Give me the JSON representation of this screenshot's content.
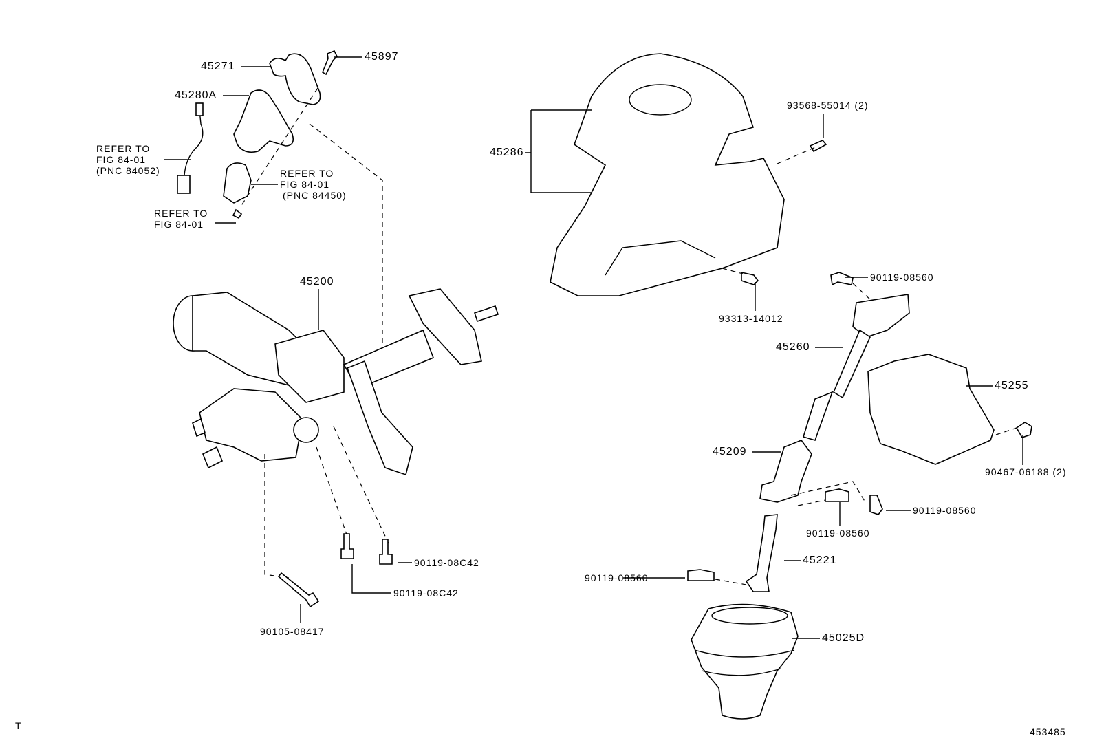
{
  "diagram": {
    "figure_code": "453485",
    "corner_mark": "T",
    "callouts": {
      "p45271": "45271",
      "p45897": "45897",
      "p45280a": "45280A",
      "ref1": {
        "l1": "REFER TO",
        "l2": "FIG 84-01",
        "l3": "(PNC 84052)"
      },
      "ref2": {
        "l1": "REFER TO",
        "l2": "FIG 84-01",
        "l3": "(PNC 84450)"
      },
      "ref3": {
        "l1": "REFER TO",
        "l2": "FIG 84-01"
      },
      "p45200": "45200",
      "p45286": "45286",
      "p93568": "93568-55014 (2)",
      "p93313": "93313-14012",
      "p90119a": "90119-08560",
      "p45260": "45260",
      "p45255": "45255",
      "p90467": "90467-06188 (2)",
      "p45209": "45209",
      "p90119b": "90119-08560",
      "p90119c": "90119-08560",
      "p45221": "45221",
      "p90119d": "90119-08560",
      "p45025d": "45025D",
      "p90119e": "90119-08C42",
      "p90119f": "90119-08C42",
      "p90105": "90105-08417"
    }
  }
}
